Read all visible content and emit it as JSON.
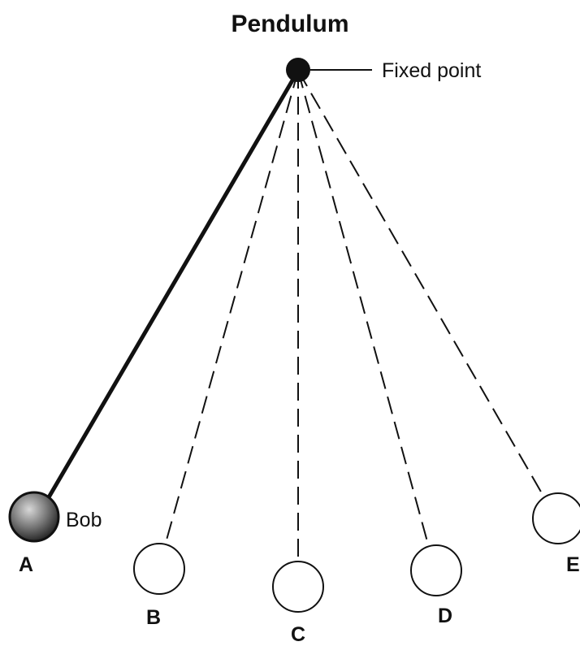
{
  "title": "Pendulum",
  "labels": {
    "fixed_point": "Fixed point",
    "bob": "Bob"
  },
  "positions": [
    {
      "id": "A",
      "label": "A",
      "style": "solid",
      "bob_filled": true
    },
    {
      "id": "B",
      "label": "B",
      "style": "dashed",
      "bob_filled": false
    },
    {
      "id": "C",
      "label": "C",
      "style": "dashed",
      "bob_filled": false
    },
    {
      "id": "D",
      "label": "D",
      "style": "dashed",
      "bob_filled": false
    },
    {
      "id": "E",
      "label": "E",
      "style": "dashed",
      "bob_filled": false
    }
  ],
  "colors": {
    "line": "#111111",
    "bob_fill": "#7a7a7a",
    "background": "#ffffff"
  }
}
